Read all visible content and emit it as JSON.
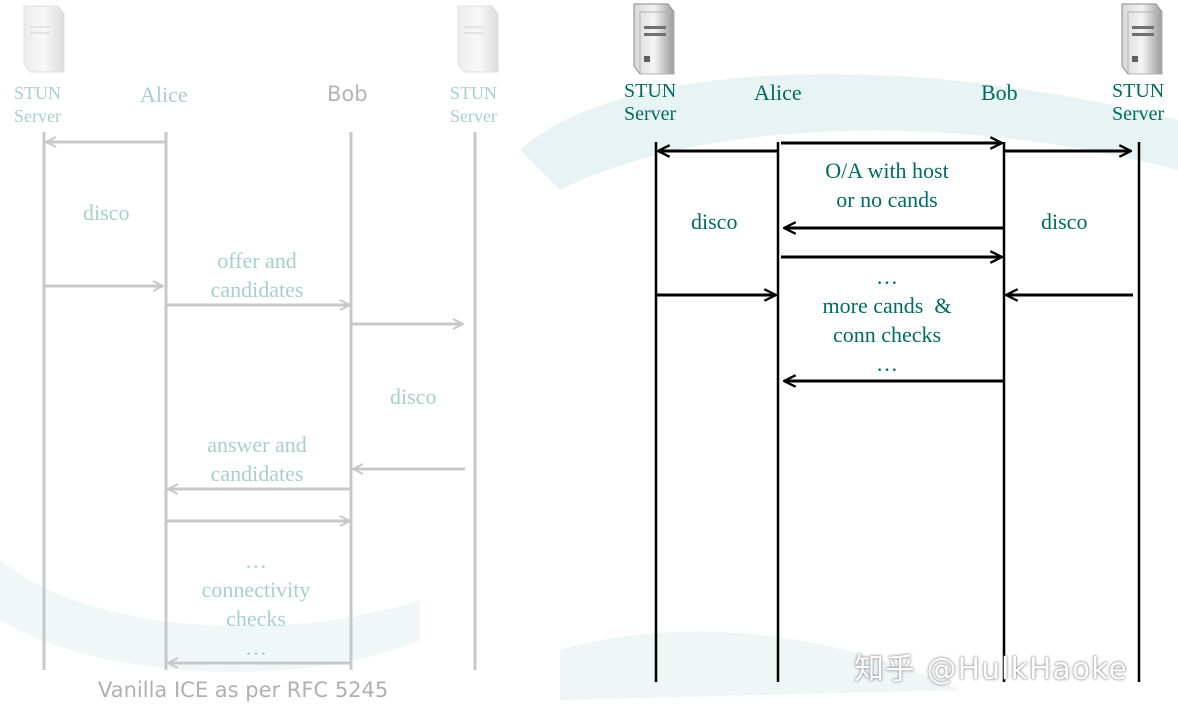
{
  "left_panel": {
    "stun_left": [
      "STUN",
      "Server"
    ],
    "alice": "Alice",
    "bob": "Bob",
    "stun_right": [
      "STUN",
      "Server"
    ],
    "disco_1": "disco",
    "offer": [
      "offer and",
      "candidates"
    ],
    "disco_2": "disco",
    "answer": [
      "answer and",
      "candidates"
    ],
    "checks": [
      "…",
      "connectivity",
      "checks",
      "…"
    ],
    "caption": "Vanilla ICE as per RFC 5245"
  },
  "right_panel": {
    "stun_left": [
      "STUN",
      "Server"
    ],
    "alice": "Alice",
    "bob": "Bob",
    "stun_right": [
      "STUN",
      "Server"
    ],
    "oa": [
      "O/A with host",
      "or no cands"
    ],
    "disco_left": "disco",
    "disco_right": "disco",
    "more": [
      "…",
      "more cands  &",
      "conn checks",
      "…"
    ]
  },
  "watermark": "知乎 @HulkHaoke",
  "colors": {
    "left_line": "#c8c8c8",
    "left_text": "#a9cfcb",
    "right_line": "#000000",
    "right_text": "#006b60",
    "swoosh": "#e6f2f2"
  }
}
